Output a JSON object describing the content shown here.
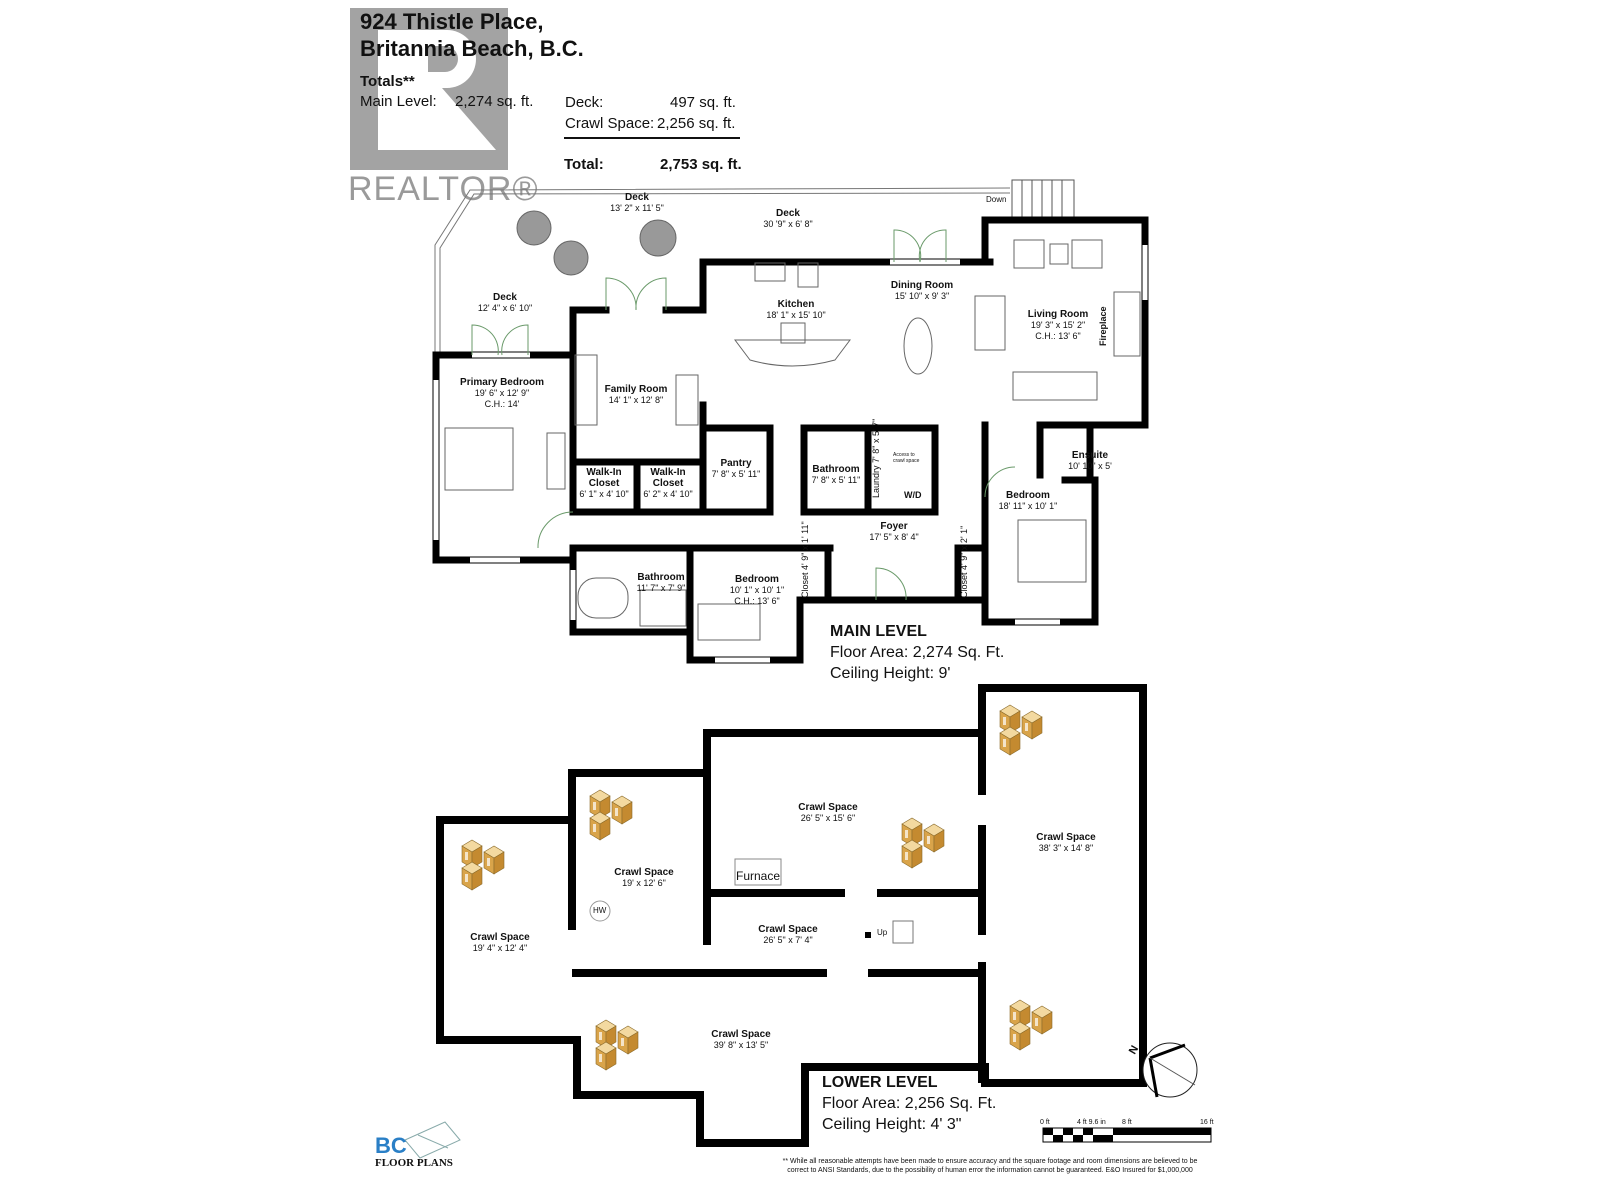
{
  "header": {
    "address_line1": "924 Thistle Place,",
    "address_line2": "Britannia Beach, B.C.",
    "totals_label": "Totals**",
    "main_level_label": "Main Level:",
    "main_level_value": "2,274 sq. ft.",
    "deck_label": "Deck:",
    "deck_value": "497 sq. ft.",
    "crawl_label": "Crawl Space:",
    "crawl_value": "2,256 sq. ft.",
    "total_label": "Total:",
    "total_value": "2,753 sq. ft."
  },
  "watermark": {
    "text": "REALTOR®",
    "color": "#9a9a9a"
  },
  "main_level": {
    "title": "MAIN LEVEL",
    "floor_area": "Floor Area: 2,274 Sq. Ft.",
    "ceiling": "Ceiling Height: 9'",
    "down_label": "Down",
    "rooms": [
      {
        "name": "Deck",
        "dims": "13' 2\" x 11' 5\""
      },
      {
        "name": "Deck",
        "dims": "30 '9\" x 6' 8\""
      },
      {
        "name": "Deck",
        "dims": "12' 4\" x 6' 10\""
      },
      {
        "name": "Kitchen",
        "dims": "18' 1\" x 15' 10\""
      },
      {
        "name": "Dining Room",
        "dims": "15' 10\" x 9' 3\""
      },
      {
        "name": "Living Room",
        "dims": "19' 3\" x 15' 2\"",
        "ch": "C.H.: 13' 6\""
      },
      {
        "name": "Primary Bedroom",
        "dims": "19' 6\" x 12' 9\"",
        "ch": "C.H.: 14'"
      },
      {
        "name": "Family Room",
        "dims": "14' 1\" x 12' 8\""
      },
      {
        "name": "Walk-In Closet",
        "dims": "6' 1\" x 4' 10\""
      },
      {
        "name": "Walk-In Closet",
        "dims": "6' 2\" x 4' 10\""
      },
      {
        "name": "Pantry",
        "dims": "7' 8\" x 5' 11\""
      },
      {
        "name": "Bathroom",
        "dims": "7' 8\" x 5' 11\""
      },
      {
        "name": "Ensuite",
        "dims": "10' 10\" x 5'"
      },
      {
        "name": "Bedroom",
        "dims": "18' 11\" x 10' 1\""
      },
      {
        "name": "Foyer",
        "dims": "17' 5\" x 8' 4\""
      },
      {
        "name": "Bathroom",
        "dims": "11' 7\" x 7' 9\""
      },
      {
        "name": "Bedroom",
        "dims": "10' 1\" x 10' 1\"",
        "ch": "C.H.: 13' 6\""
      }
    ],
    "vertical_labels": {
      "fireplace": "Fireplace",
      "laundry": "Laundry 7' 8\" x 5' 7\"",
      "closet1": "Closet 4' 9\" x 1' 11\"",
      "closet2": "Closet 4' 9\" x 2' 1\""
    },
    "wd_label": "W/D",
    "access_label": "Access to crawl space"
  },
  "lower_level": {
    "title": "LOWER LEVEL",
    "floor_area": "Floor Area: 2,256 Sq. Ft.",
    "ceiling": "Ceiling Height: 4' 3\"",
    "furnace_label": "Furnace",
    "hw_label": "HW",
    "up_label": "Up",
    "rooms": [
      {
        "name": "Crawl Space",
        "dims": "26' 5\" x 15' 6\""
      },
      {
        "name": "Crawl Space",
        "dims": "38' 3\" x 14' 8\""
      },
      {
        "name": "Crawl Space",
        "dims": "19' x 12' 6\""
      },
      {
        "name": "Crawl Space",
        "dims": "19' 4\" x 12' 4\""
      },
      {
        "name": "Crawl Space",
        "dims": "26' 5\" x 7' 4\""
      },
      {
        "name": "Crawl Space",
        "dims": "39' 8\" x 13' 5\""
      }
    ]
  },
  "scale": {
    "ticks": [
      "0 ft",
      "4 ft 9.6 in",
      "8 ft",
      "16 ft"
    ]
  },
  "compass": {
    "label": "N"
  },
  "logo": {
    "line1": "BC",
    "line2": "FLOOR PLANS",
    "color": "#2a7fc6"
  },
  "disclaimer": {
    "line1": "** While all reasonable attempts have been made to ensure accuracy and the square footage and room dimensions are believed to be",
    "line2": "correct to ANSI Standards, due to the possibility of human error the information cannot be guaranteed. E&O Insured for $1,000,000"
  }
}
